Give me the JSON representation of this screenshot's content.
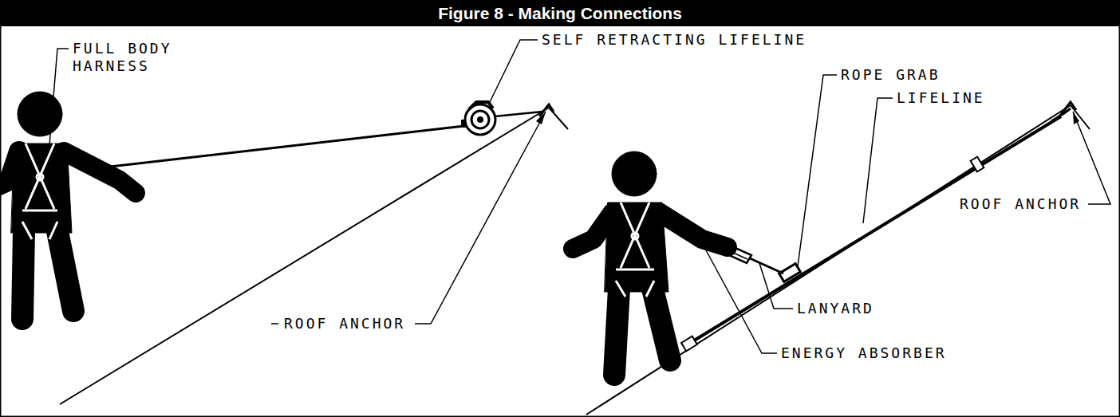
{
  "diagram": {
    "title": "Figure 8 - Making Connections",
    "labels": [
      "FULL BODY HARNESS",
      "SELF RETRACTING LIFELINE",
      "ROOF ANCHOR",
      "ROPE GRAB",
      "LIFELINE",
      "ROOF ANCHOR",
      "LANYARD",
      "ENERGY ABSORBER"
    ]
  }
}
